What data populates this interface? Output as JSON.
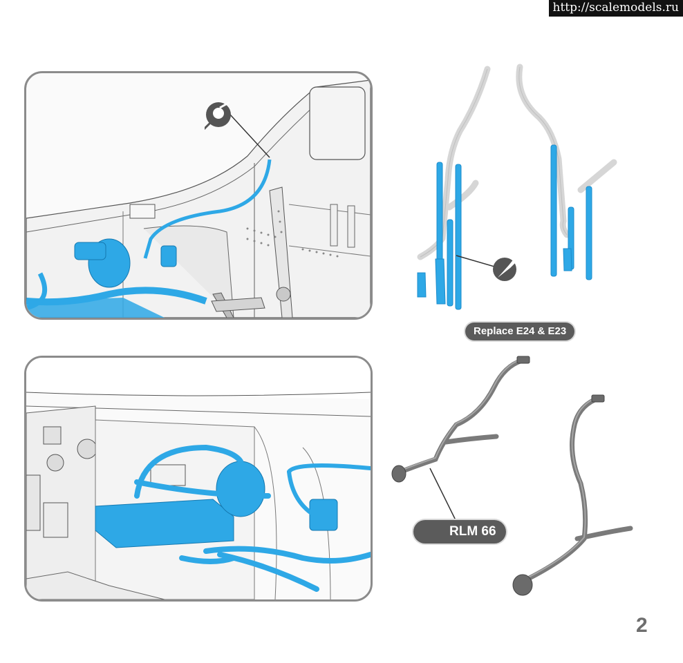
{
  "watermark": {
    "text": "http://scalemodels.ru"
  },
  "labels": {
    "replace": "Replace E24 & E23",
    "paint": "RLM 66"
  },
  "page_number": "2",
  "icons": {
    "top_callout": "tool-and-glue-icon",
    "parts_callout": "knife-icon",
    "paint_callout": "paint-palette-icon"
  },
  "colors": {
    "resin_parts": "#2ea8e6",
    "kit_parts": "#d6d6d6",
    "painted_parts": "#7a7a7a",
    "label_bg": "#5b5b5b"
  }
}
